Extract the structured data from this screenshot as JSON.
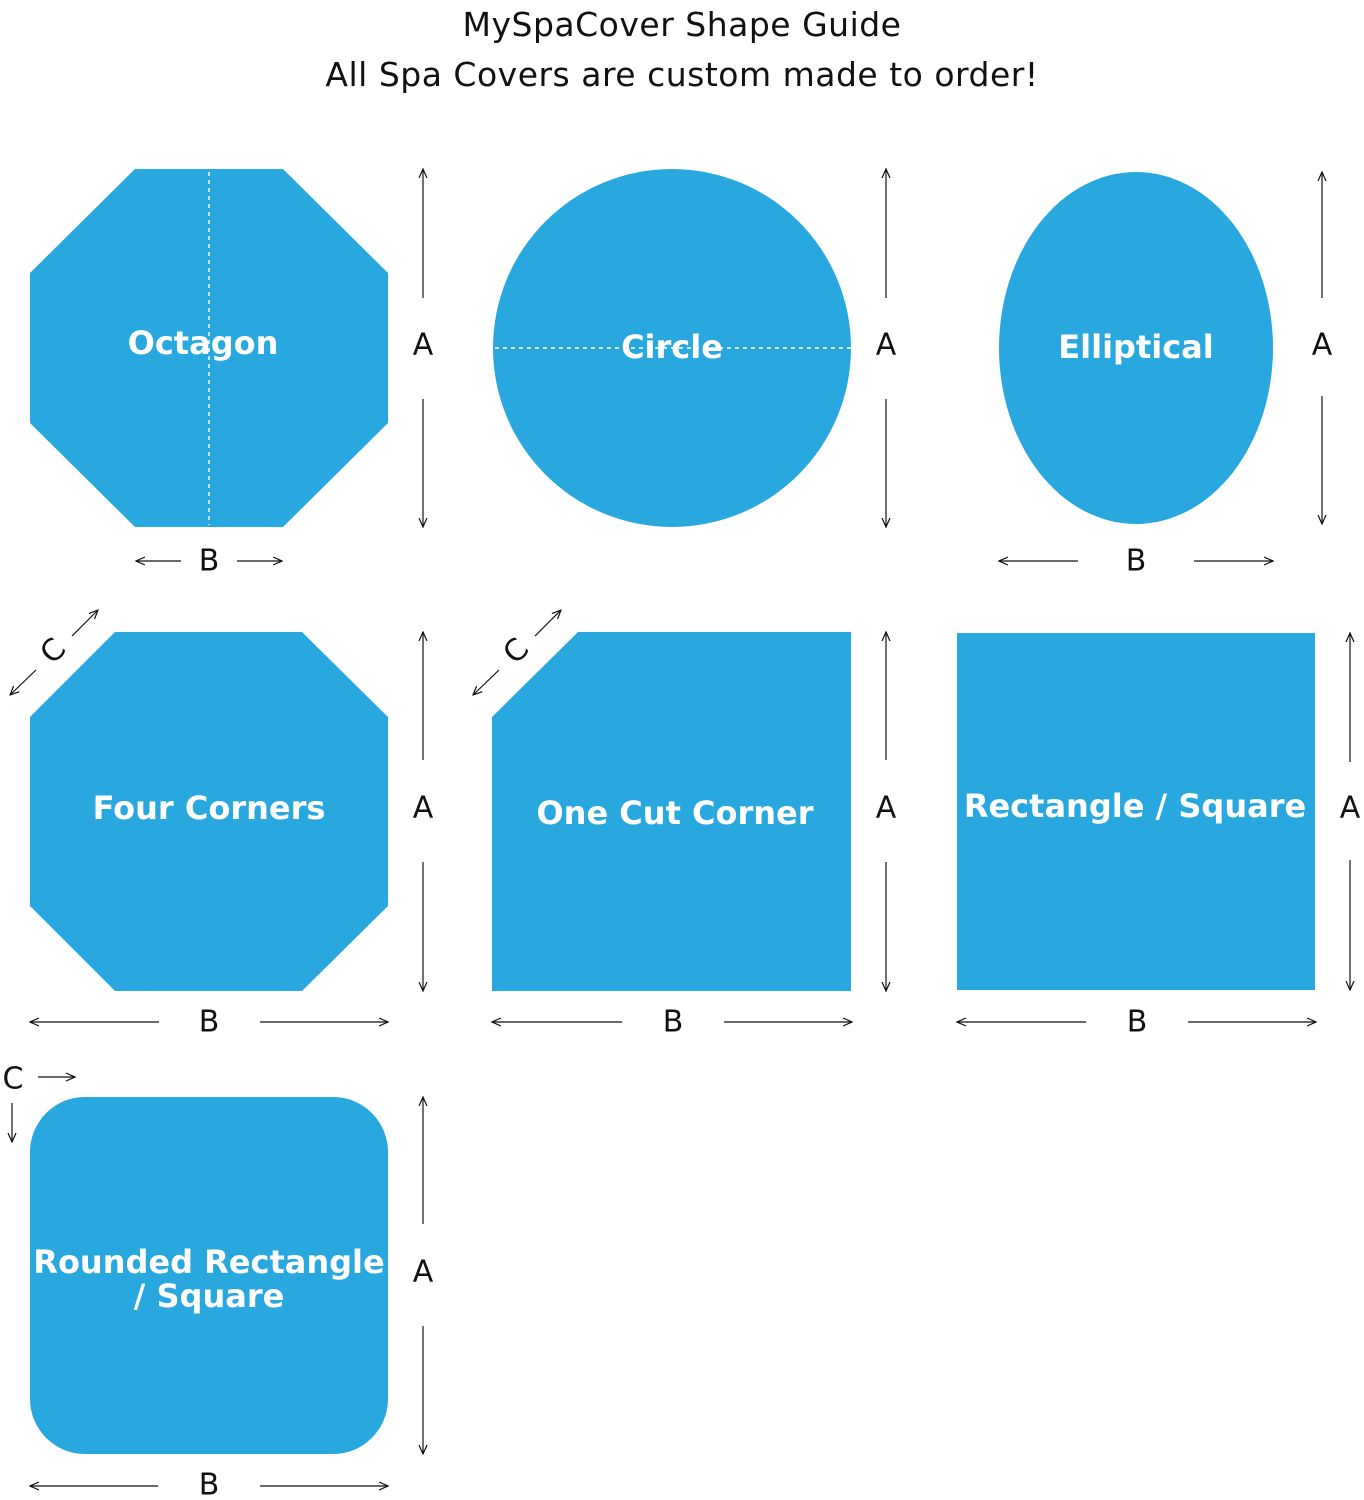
{
  "header": {
    "title": "MySpaCover Shape Guide",
    "subtitle": "All Spa Covers are custom made to order!"
  },
  "colors": {
    "shape_fill": "#29a8df",
    "label_text": "#ffffff",
    "dimension_text": "#111111"
  },
  "dimension_labels": {
    "a": "A",
    "b": "B",
    "c": "C"
  },
  "shapes": [
    {
      "id": "octagon",
      "label": "Octagon"
    },
    {
      "id": "circle",
      "label": "Circle"
    },
    {
      "id": "elliptical",
      "label": "Elliptical"
    },
    {
      "id": "four-corners",
      "label": "Four Corners"
    },
    {
      "id": "one-cut-corner",
      "label": "One Cut Corner"
    },
    {
      "id": "rectangle-square",
      "label": "Rectangle / Square"
    },
    {
      "id": "rounded-rectangle-square",
      "label_line1": "Rounded Rectangle",
      "label_line2": "/ Square"
    }
  ]
}
